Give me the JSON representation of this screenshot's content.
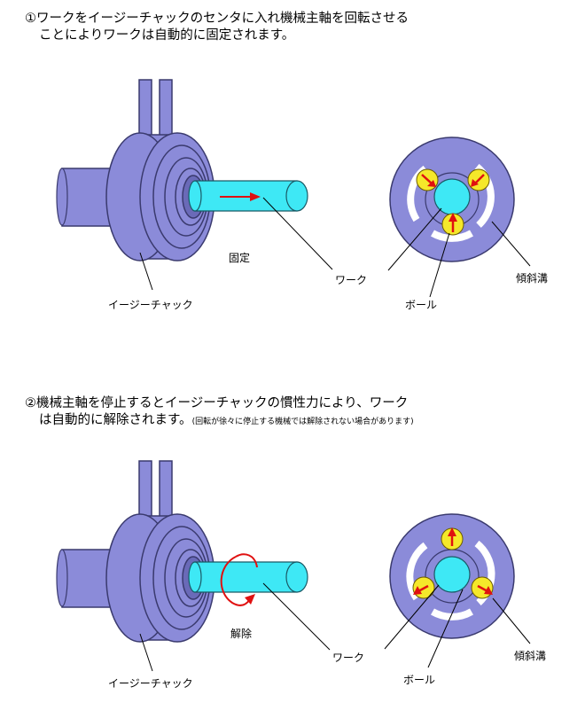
{
  "step1": {
    "line1": "①ワークをイージーチャックのセンタに入れ機械主軸を回転させる",
    "line2": "ことによりワークは自動的に固定されます。",
    "label_state": "固定",
    "label_work": "ワーク",
    "label_chuck": "イージーチャック",
    "label_ball": "ボール",
    "label_groove": "傾斜溝"
  },
  "step2": {
    "line1": "②機械主軸を停止するとイージーチャックの慣性力により、ワーク",
    "line2": "は自動的に解除されます。",
    "note": "(回転が徐々に停止する機械では解除されない場合があります)",
    "label_state": "解除",
    "label_work": "ワーク",
    "label_chuck": "イージーチャック",
    "label_ball": "ボール",
    "label_groove": "傾斜溝"
  },
  "colors": {
    "chuck_body": "#8b8bd9",
    "chuck_edge": "#3a3a6e",
    "work_cyan": "#3ee8f5",
    "ball_yellow": "#f5e82a",
    "arrow_red": "#e01010"
  }
}
